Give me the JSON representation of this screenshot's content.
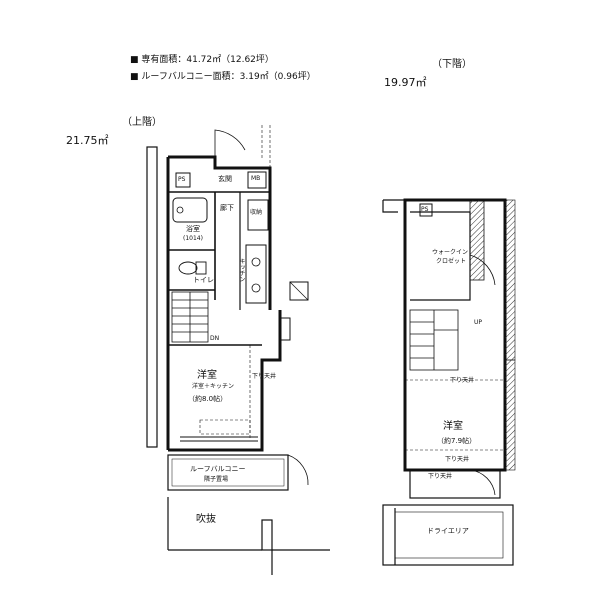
{
  "info": {
    "exclusive_area": "■ 専有面積：41.72㎡（12.62坪）",
    "roof_balcony_area": "■ ルーフバルコニー面積：3.19㎡（0.96坪）"
  },
  "upper_floor": {
    "label": "（上階）",
    "area": "21.75㎡",
    "rooms": {
      "ps": "PS",
      "entrance": "玄関",
      "mb": "MB",
      "corridor": "廊下",
      "storage": "収納",
      "bathroom": "浴室",
      "bathroom_size": "(1014)",
      "toilet": "トイレ",
      "kitchen": "キッチン",
      "dn": "DN",
      "western_room": "洋室",
      "western_room_sub": "洋室＋キッチン",
      "western_room_size": "（約8.0帖）",
      "ceiling": "下り天井",
      "roof_balcony": "ルーフバルコニー",
      "roof_balcony_note": "隣子置場",
      "atrium": "吹抜"
    }
  },
  "lower_floor": {
    "label": "（下階）",
    "area": "19.97㎡",
    "rooms": {
      "ps": "PS",
      "walkin": "ウォークイン",
      "closet": "クロゼット",
      "up": "UP",
      "ceiling1": "下り天井",
      "western_room": "洋室",
      "western_room_size": "（約7.9帖）",
      "ceiling2": "下り天井",
      "ceiling3": "下り天井",
      "dry_area": "ドライエリア"
    }
  }
}
